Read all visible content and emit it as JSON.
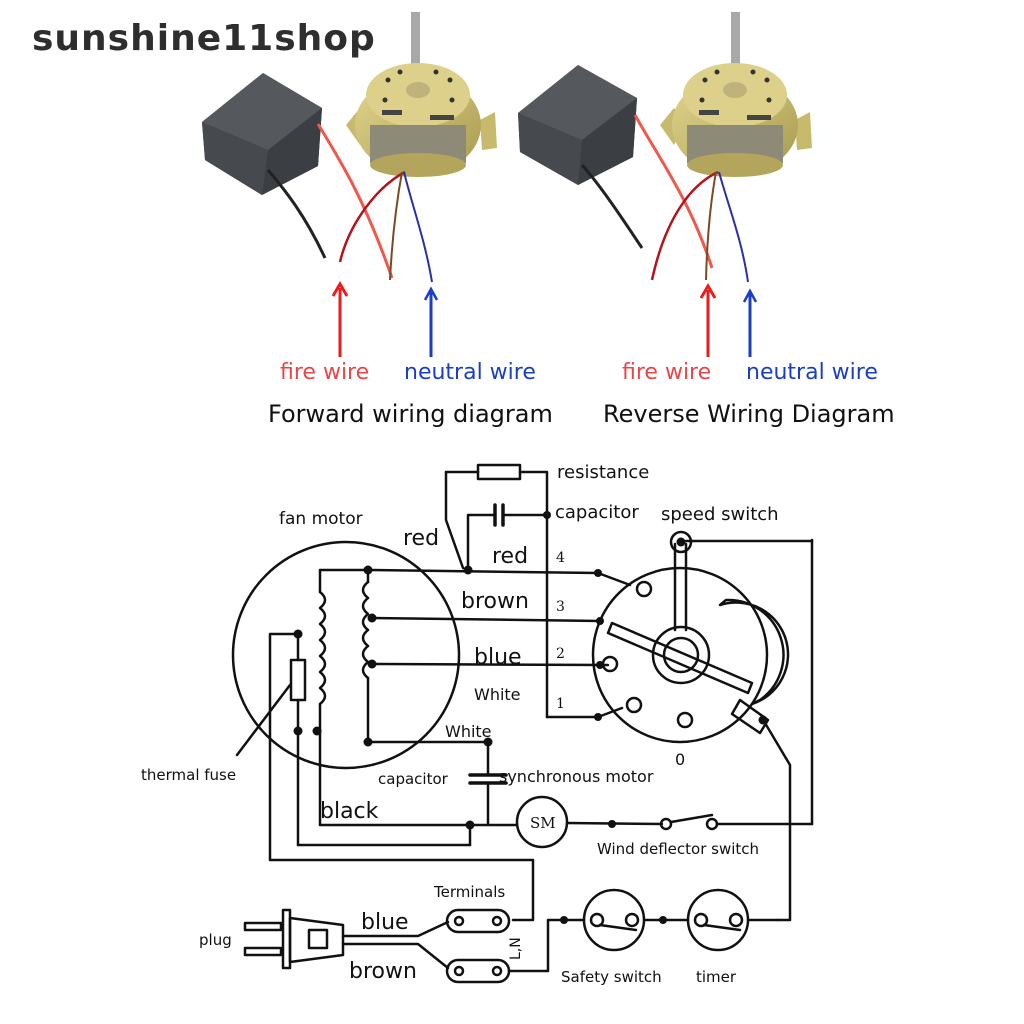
{
  "watermark": "sunshine11shop",
  "photos": {
    "forward": {
      "fire_label": "fire wire",
      "neutral_label": "neutral wire",
      "caption": "Forward wiring diagram"
    },
    "reverse": {
      "fire_label": "fire wire",
      "neutral_label": "neutral wire",
      "caption": "Reverse Wiring Diagram"
    },
    "colors": {
      "fire": "#e8474a",
      "neutral": "#1a3fc4",
      "capacitor_body": "#4a4d52",
      "motor_body": "#c9b96a"
    }
  },
  "schematic": {
    "labels": {
      "resistance": "resistance",
      "capacitor_top": "capacitor",
      "speed_switch": "speed switch",
      "fan_motor": "fan motor",
      "red_outer": "red",
      "red": "red",
      "brown": "brown",
      "blue": "blue",
      "white_1": "White",
      "white_2": "White",
      "thermal_fuse": "thermal fuse",
      "capacitor_bottom": "capacitor",
      "synchronous_motor": "synchronous motor",
      "black": "black",
      "sm": "SM",
      "wind_deflector_switch": "Wind deflector switch",
      "terminals": "Terminals",
      "plug": "plug",
      "plug_blue": "blue",
      "plug_brown": "brown",
      "ln": "L,N",
      "safety_switch": "Safety switch",
      "timer": "timer",
      "pos_4": "4",
      "pos_3": "3",
      "pos_2": "2",
      "pos_1": "1",
      "pos_0": "0"
    }
  }
}
